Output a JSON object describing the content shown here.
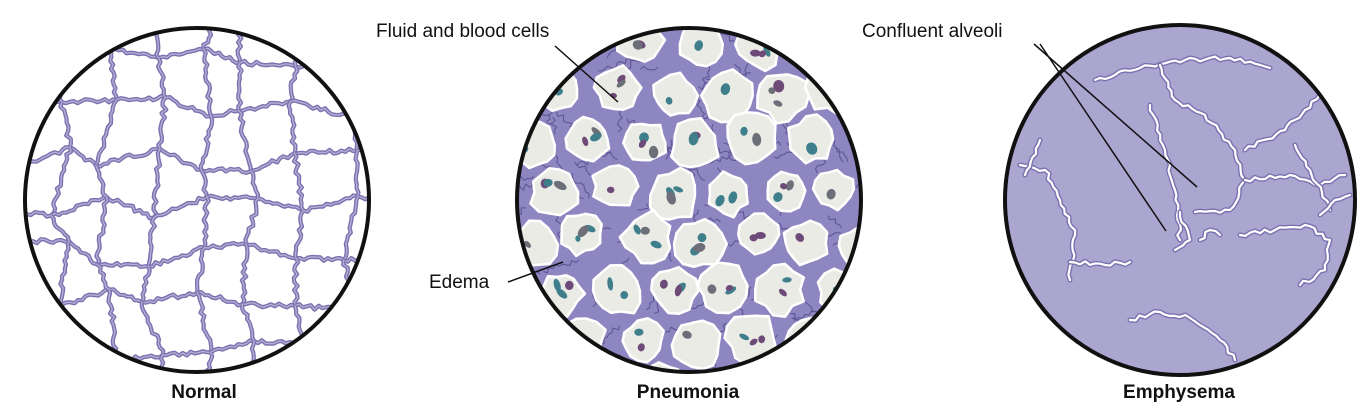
{
  "panels": [
    {
      "caption": "Normal"
    },
    {
      "caption": "Pneumonia"
    },
    {
      "caption": "Emphysema"
    }
  ],
  "callouts": {
    "fluid": "Fluid and blood cells",
    "edema": "Edema",
    "confluent": "Confluent alveoli"
  },
  "colors": {
    "tissue": "#7a72b0",
    "tissue_light": "#b3aed3",
    "interstitium": "#8e86c0",
    "emphysema_fill": "#aba6d0",
    "fluid": "#ebebe6",
    "blood_teal": "#3f7f8c",
    "blood_purple": "#6e4a78",
    "blood_gray": "#6d6f78",
    "outline": "#111111"
  }
}
